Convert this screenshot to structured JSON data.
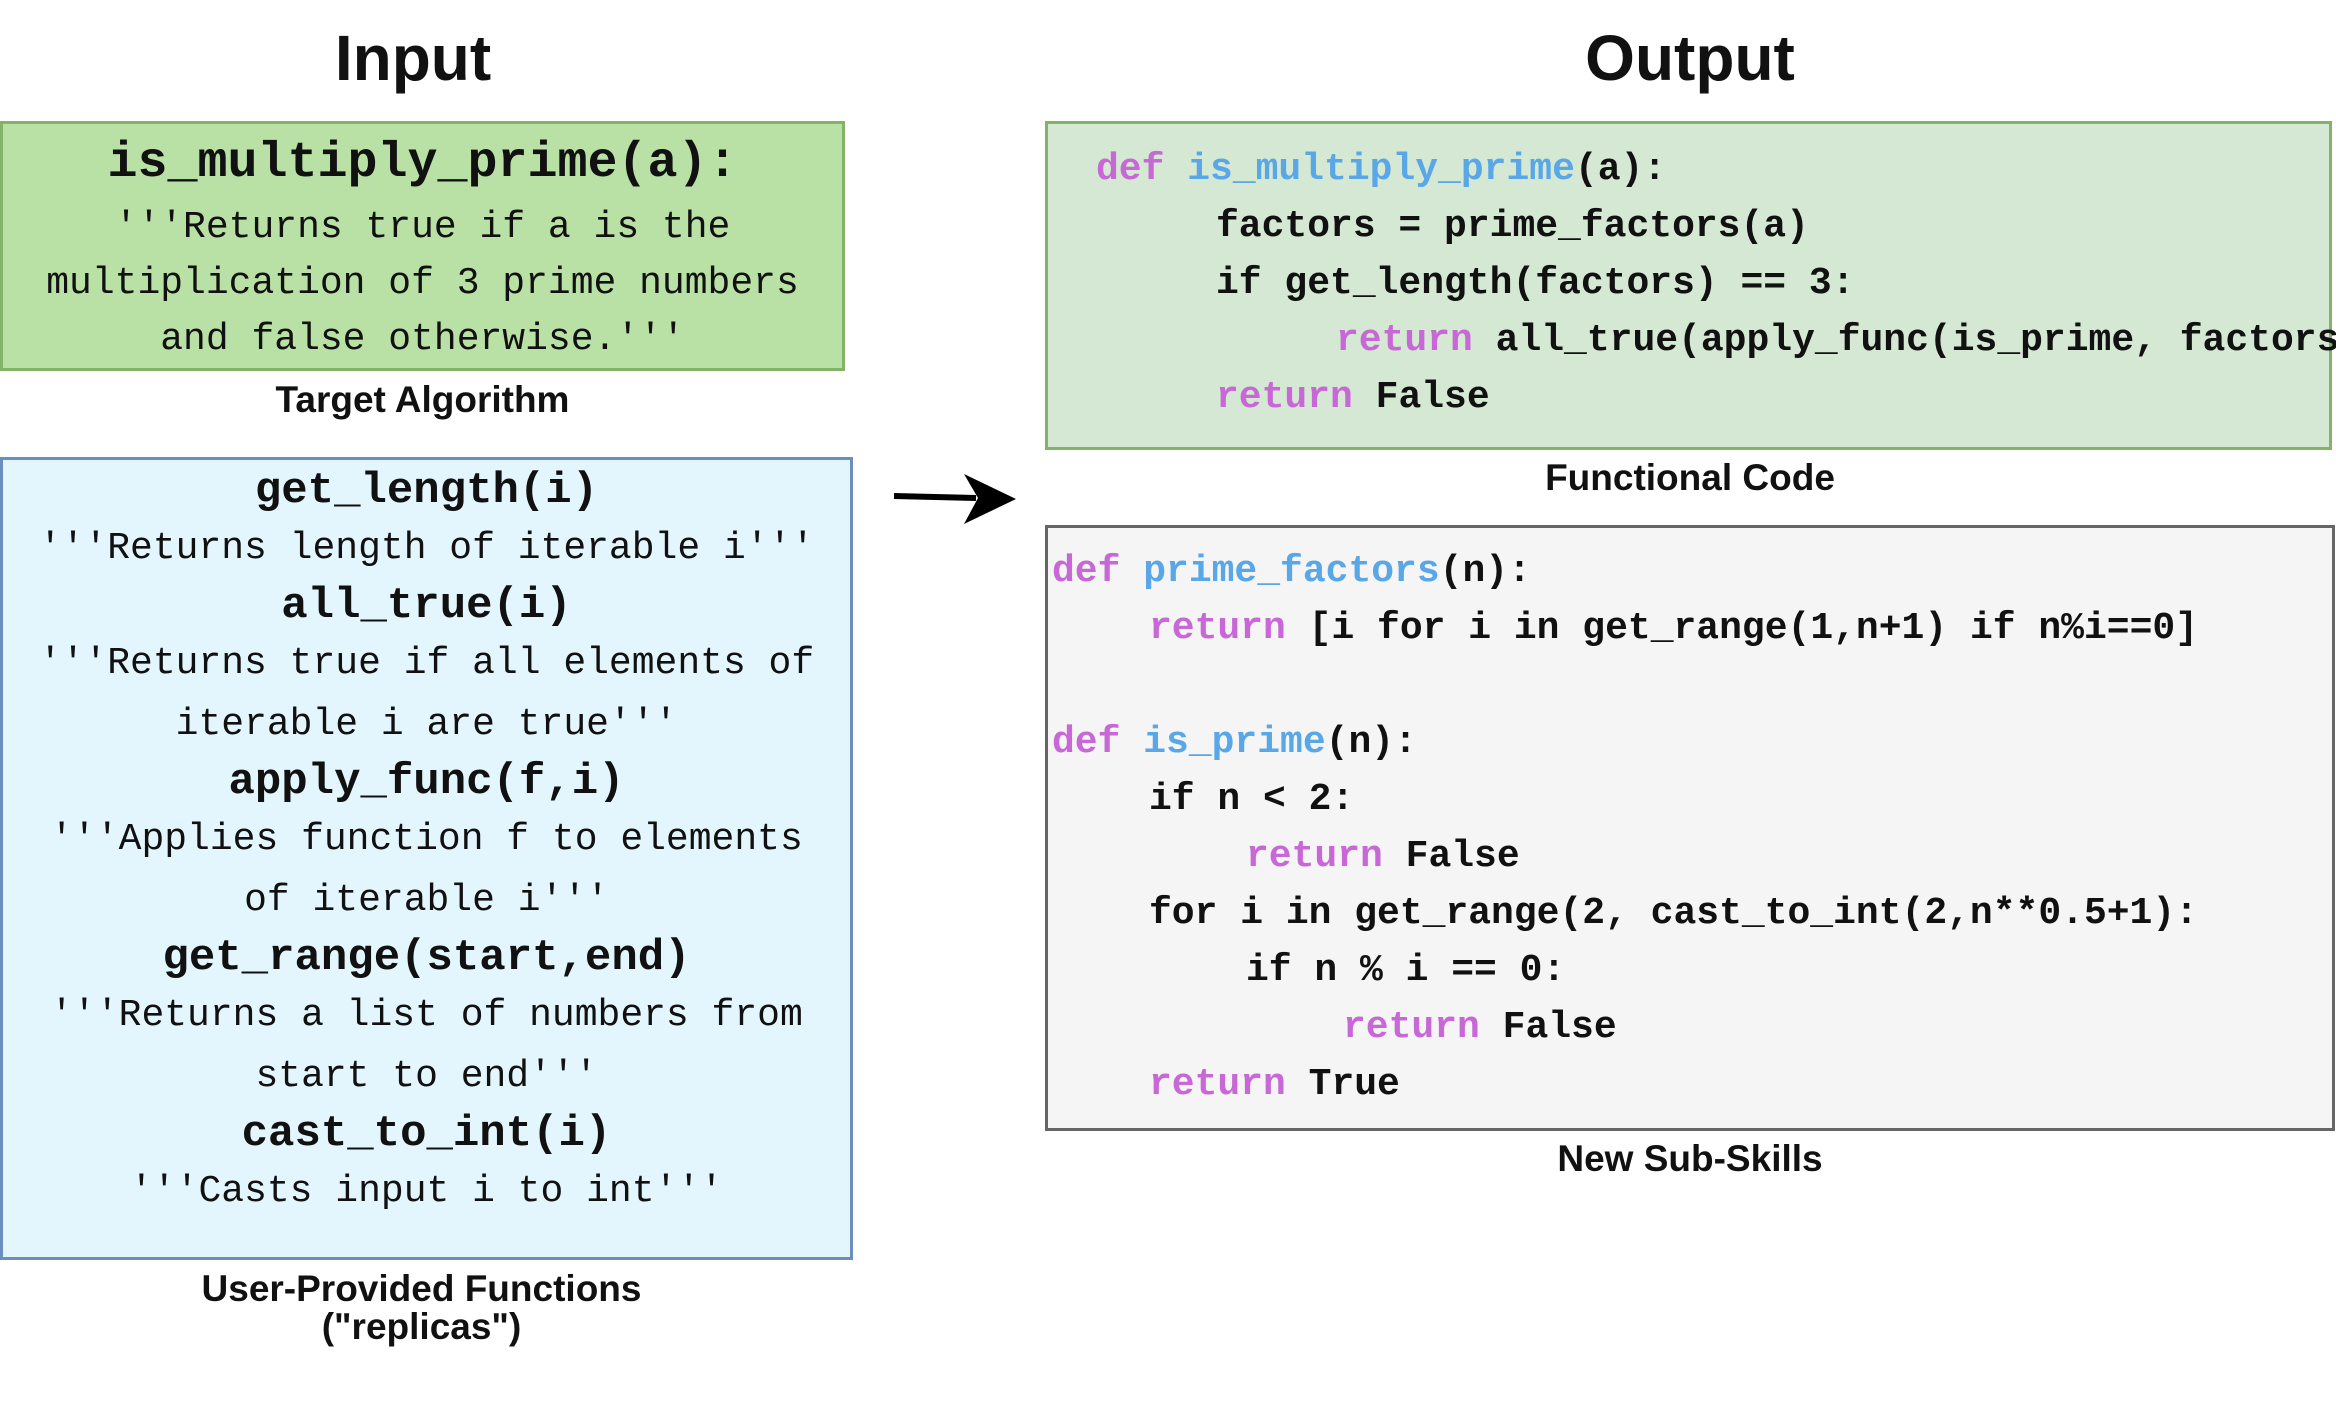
{
  "input_section": {
    "heading": "Input",
    "target": {
      "signature": "is_multiply_prime(a):",
      "doc_lines": [
        "'''Returns true if a is the",
        "multiplication of 3 prime numbers",
        "and false otherwise.'''"
      ],
      "caption": "Target Algorithm"
    },
    "functions": {
      "items": [
        {
          "name": "get_length(i)",
          "doc_lines": [
            "'''Returns length of iterable i'''"
          ]
        },
        {
          "name": "all_true(i)",
          "doc_lines": [
            "'''Returns true if all elements of",
            "iterable i are true'''"
          ]
        },
        {
          "name": "apply_func(f,i)",
          "doc_lines": [
            "'''Applies function f to elements",
            "of iterable i'''"
          ]
        },
        {
          "name": "get_range(start,end)",
          "doc_lines": [
            "'''Returns a list of numbers from",
            "start to end'''"
          ]
        },
        {
          "name": "cast_to_int(i)",
          "doc_lines": [
            "'''Casts input i to int'''"
          ]
        }
      ],
      "caption_lines": [
        "User-Provided Functions",
        "(\"replicas\")"
      ]
    }
  },
  "arrow": {
    "icon": "right-arrow-icon"
  },
  "output_section": {
    "heading": "Output",
    "functional_code": {
      "caption": "Functional Code",
      "lines": [
        {
          "indent": 0,
          "tokens": [
            {
              "t": "def ",
              "c": "kw"
            },
            {
              "t": "is_multiply_prime",
              "c": "fn"
            },
            {
              "t": "(a):",
              "c": ""
            }
          ]
        },
        {
          "indent": 1,
          "tokens": [
            {
              "t": "factors = prime_factors(a)",
              "c": ""
            }
          ]
        },
        {
          "indent": 1,
          "tokens": [
            {
              "t": "if get_length(factors) == 3:",
              "c": ""
            }
          ]
        },
        {
          "indent": 2,
          "tokens": [
            {
              "t": "return ",
              "c": "kw"
            },
            {
              "t": "all_true(apply_func(is_prime, factors))",
              "c": ""
            }
          ]
        },
        {
          "indent": 1,
          "tokens": [
            {
              "t": "return ",
              "c": "kw"
            },
            {
              "t": "False",
              "c": ""
            }
          ]
        }
      ]
    },
    "sub_skills": {
      "caption": "New Sub-Skills",
      "lines": [
        {
          "indent": 0,
          "tokens": [
            {
              "t": "def ",
              "c": "kw"
            },
            {
              "t": "prime_factors",
              "c": "fn"
            },
            {
              "t": "(n):",
              "c": ""
            }
          ]
        },
        {
          "indent": 1,
          "tokens": [
            {
              "t": "return ",
              "c": "kw"
            },
            {
              "t": "[i for i in get_range(1,n+1) if n%i==0]",
              "c": ""
            }
          ]
        },
        {
          "indent": 0,
          "tokens": []
        },
        {
          "indent": 0,
          "tokens": [
            {
              "t": "def ",
              "c": "kw"
            },
            {
              "t": "is_prime",
              "c": "fn"
            },
            {
              "t": "(n):",
              "c": ""
            }
          ]
        },
        {
          "indent": 1,
          "tokens": [
            {
              "t": "if n < 2:",
              "c": ""
            }
          ]
        },
        {
          "indent": 2,
          "tokens": [
            {
              "t": "return ",
              "c": "kw"
            },
            {
              "t": "False",
              "c": ""
            }
          ]
        },
        {
          "indent": 1,
          "tokens": [
            {
              "t": "for i in get_range(2, cast_to_int(2,n**0.5+1):",
              "c": ""
            }
          ]
        },
        {
          "indent": 2,
          "tokens": [
            {
              "t": "if n % i == 0:",
              "c": ""
            }
          ]
        },
        {
          "indent": 3,
          "tokens": [
            {
              "t": "return ",
              "c": "kw"
            },
            {
              "t": "False",
              "c": ""
            }
          ]
        },
        {
          "indent": 1,
          "tokens": [
            {
              "t": "return ",
              "c": "kw"
            },
            {
              "t": "True",
              "c": ""
            }
          ]
        }
      ]
    }
  }
}
